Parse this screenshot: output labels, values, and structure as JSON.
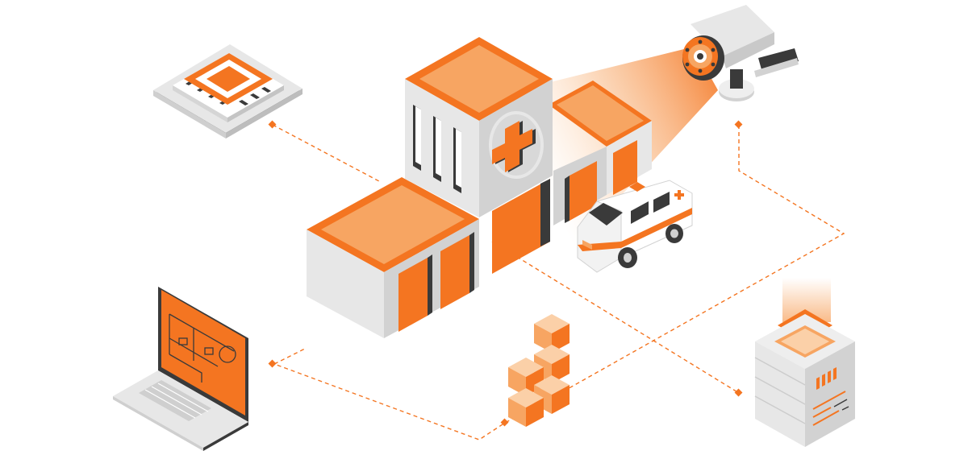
{
  "illustration": {
    "kind": "isometric-healthcare-network",
    "colors": {
      "orange": "#f47521",
      "orange_light": "#f7a562",
      "orange_pale": "#fbd0a8",
      "gray_light": "#e7e7e7",
      "gray_mid": "#d2d2d2",
      "gray_dark": "#3a3a3a",
      "white": "#ffffff",
      "dash_line": "#f47521"
    },
    "objects": [
      {
        "name": "cpu-chip",
        "icon": "microchip"
      },
      {
        "name": "security-camera",
        "icon": "cctv-camera"
      },
      {
        "name": "hospital-building",
        "icon": "hospital"
      },
      {
        "name": "ambulance",
        "icon": "ambulance"
      },
      {
        "name": "laptop",
        "icon": "laptop-with-circuit"
      },
      {
        "name": "box-stack",
        "icon": "cubes"
      },
      {
        "name": "server",
        "icon": "server-tower"
      }
    ],
    "connections": "dashed-orange-lines"
  }
}
